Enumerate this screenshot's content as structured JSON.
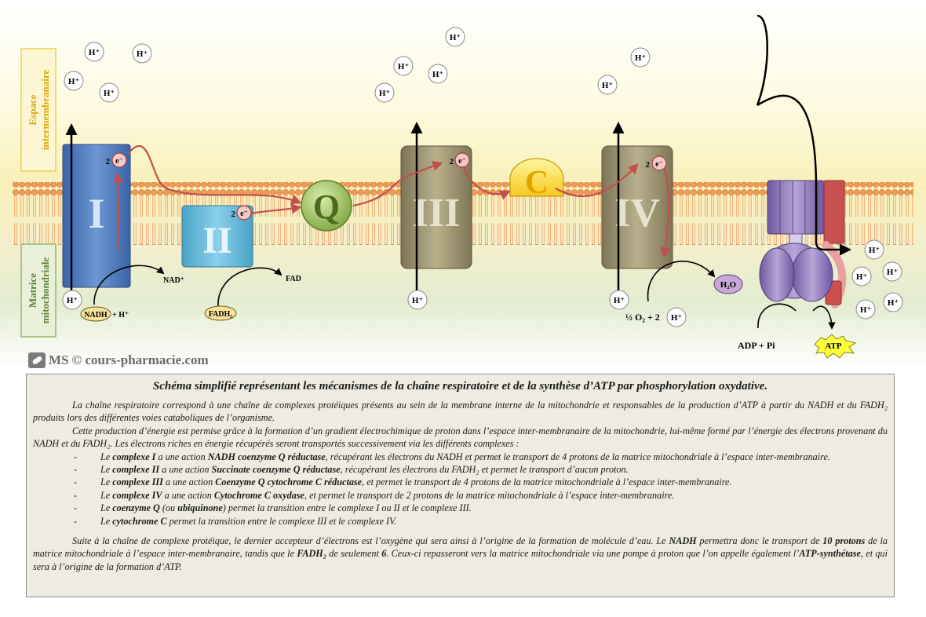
{
  "labels": {
    "intermembrane_space": [
      "Espace",
      "intermembranaire"
    ],
    "matrix": [
      "Matrice",
      "mitochondriale"
    ]
  },
  "complexes": {
    "c1": "I",
    "c2": "II",
    "q": "Q",
    "c3": "III",
    "cytc": "C",
    "c4": "IV"
  },
  "electron": "e⁻",
  "electron_count": "2",
  "proton": "H⁺",
  "metabolites": {
    "nadh": "NADH",
    "nadh_suffix": "+ H⁺",
    "nad": "NAD⁺",
    "fadh2": "FADH₂",
    "fad": "FAD",
    "o2": "½ O₂ + 2",
    "h2o": "H₂O",
    "adp": "ADP + Pi",
    "atp": "ATP"
  },
  "watermark": {
    "ms": "MS",
    "site": "© cours-pharmacie.com"
  },
  "caption": {
    "title": "Schéma simplifié représentant les mécanismes de la chaîne respiratoire et de la synthèse d’ATP par phosphorylation oxydative.",
    "p1": "La chaîne respiratoire correspond à une chaîne de complexes protéiques présents au sein de la membrane interne de la mitochondrie et responsables de la production d’ATP à partir du NADH et du FADH₂ produits lors des différentes voies cataboliques de l’organisme.",
    "p2": "Cette production d’énergie est permise grâce à la formation d’un gradient électrochimique de proton dans l’espace inter-membranaire de la mitochondrie, lui-même formé par l’énergie des électrons provenant du NADH et du FADH₂. Les électrons riches en énergie récupérés seront transportés successivement via les différents complexes :",
    "items": [
      {
        "a": "Le ",
        "b": "complexe I",
        "c": " a une action ",
        "d": "NADH coenzyme Q réductase",
        "e": ", récupérant les électrons du NADH et permet le transport de 4 protons de la matrice mitochondriale à l’espace inter-membranaire."
      },
      {
        "a": "Le ",
        "b": "complexe II",
        "c": " a une action ",
        "d": "Succinate coenzyme Q réductase",
        "e": ", récupérant les électrons du FADH₂ et permet le transport d’aucun proton."
      },
      {
        "a": "Le ",
        "b": "complexe III",
        "c": " a une action ",
        "d": "Coenzyme Q cytochrome C réductase",
        "e": ", et permet le transport de 4 protons de la matrice mitochondriale à l’espace inter-membranaire."
      },
      {
        "a": "Le ",
        "b": "complexe IV",
        "c": " a une action ",
        "d": "Cytochrome C oxydase",
        "e": ", et permet le transport de 2 protons de la matrice mitochondriale à l’espace inter-membranaire."
      },
      {
        "a": "Le ",
        "b": "coenzyme Q",
        "c": " (ou ",
        "d": "ubiquinone",
        "e": ") permet la transition entre le complexe I ou II et le complexe III."
      },
      {
        "a": "Le ",
        "b": "cytochrome C",
        "c": " permet la transition entre le complexe III et le complexe IV.",
        "d": "",
        "e": ""
      }
    ],
    "p3": {
      "t1": "Suite à la chaîne de complexe protéique, le dernier accepteur d’électrons est l’oxygène qui sera ainsi à l’origine de la formation de molécule d’eau. Le ",
      "b1": "NADH",
      "t2": " permettra donc le transport de ",
      "b2": "10 protons",
      "t3": " de la matrice mitochondriale à l’espace inter-membranaire, tandis que le ",
      "b3": "FADH₂",
      "t4": " de seulement ",
      "b4": "6",
      "t5": ". Ceux-ci repasseront vers la matrice mitochondriale via une pompe à proton que l’on appelle également l’",
      "b5": "ATP-synthétase",
      "t6": ", et qui sera à l’origine de la formation d’ATP."
    }
  }
}
